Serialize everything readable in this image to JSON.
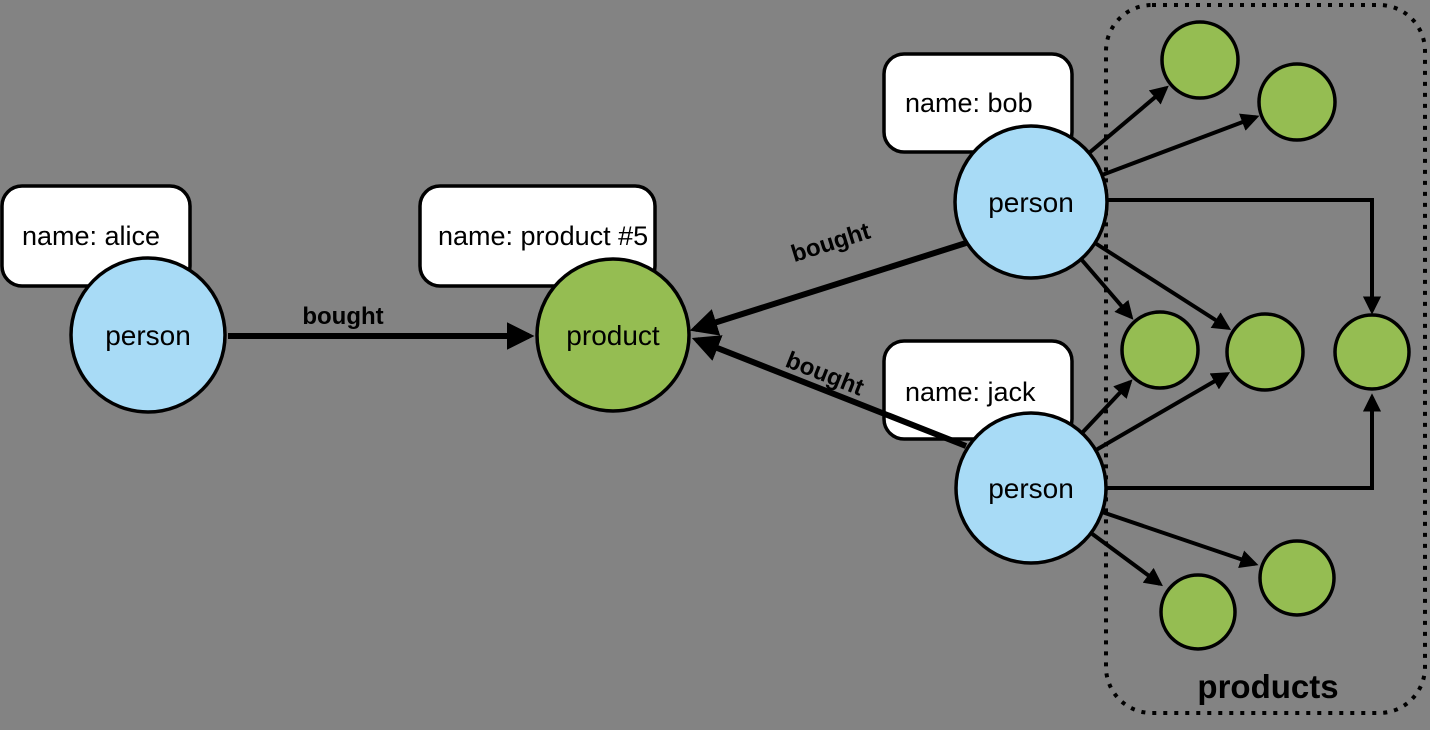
{
  "diagram": {
    "colors": {
      "background": "#838383",
      "person_fill": "#A8DBF6",
      "product_fill": "#95BD52",
      "box_fill": "#FFFFFF",
      "line": "#000000"
    },
    "nodes": {
      "alice": {
        "label": "person",
        "property": "name: alice"
      },
      "product5": {
        "label": "product",
        "property": "name: product #5"
      },
      "bob": {
        "label": "person",
        "property": "name: bob"
      },
      "jack": {
        "label": "person",
        "property": "name: jack"
      }
    },
    "edges": {
      "alice_product": {
        "label": "bought"
      },
      "bob_product": {
        "label": "bought"
      },
      "jack_product": {
        "label": "bought"
      }
    },
    "cluster": {
      "label": "products",
      "unlabeled_product_count": 7
    }
  }
}
